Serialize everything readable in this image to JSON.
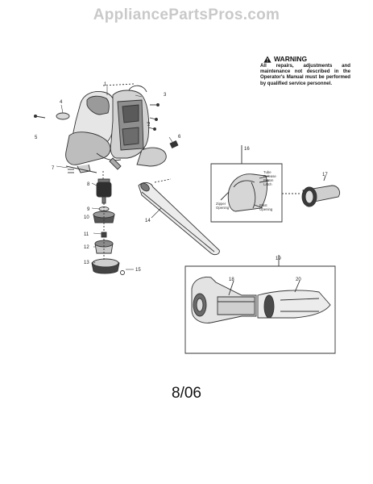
{
  "watermark": "AppliancePartsPros.com",
  "warning": {
    "title": "WARNING",
    "text": "All repairs, adjustments and maintenance not described in the Operator's Manual must be performed by qualified service personnel."
  },
  "parts": [
    "1",
    "2",
    "3",
    "4",
    "5",
    "6",
    "7",
    "8",
    "9",
    "10",
    "11",
    "12",
    "13",
    "14",
    "15",
    "16",
    "17",
    "19",
    "18",
    "20"
  ],
  "annotations": [
    "Tube",
    "Release",
    "Button",
    "Latch",
    "Zipper",
    "Opening",
    "Blast",
    "Opening"
  ],
  "date": "8/06"
}
